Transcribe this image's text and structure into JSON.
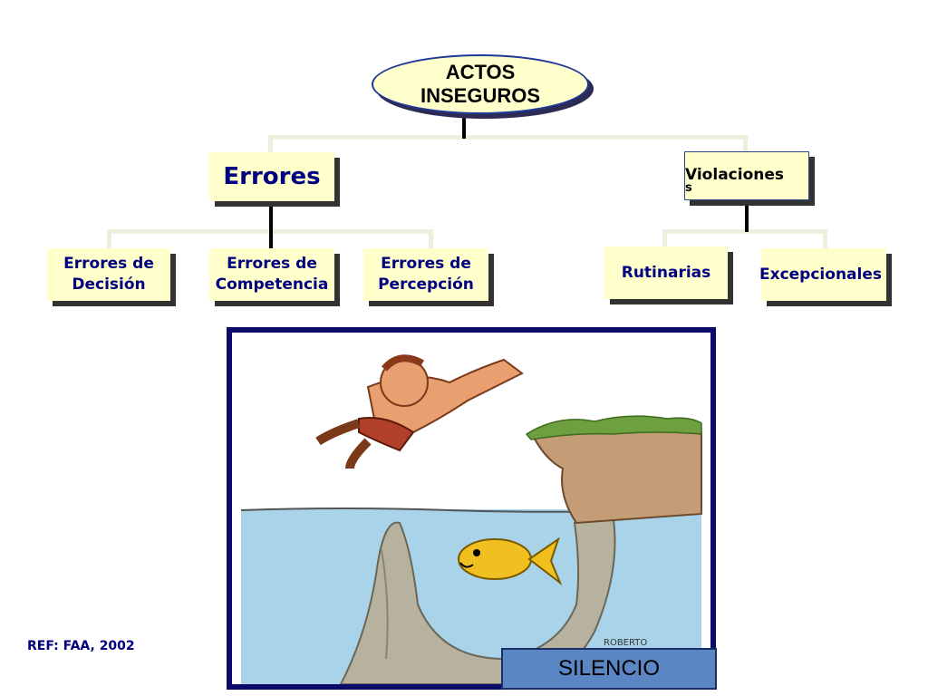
{
  "diagram": {
    "root": "ACTOS INSEGUROS",
    "branches": [
      {
        "label": "Errores",
        "children": [
          "Errores de Decisión",
          "Errores de Competencia",
          "Errores de Percepción"
        ]
      },
      {
        "label": "Violaciones",
        "label_overflow": "s",
        "children": [
          "Rutinarias",
          "Excepcionales"
        ]
      }
    ]
  },
  "illustration": {
    "signature": "ROBERTO",
    "caption": "SILENCIO"
  },
  "footer": {
    "reference": "REF: FAA, 2002"
  },
  "colors": {
    "box_fill": "#ffffcc",
    "box_text": "#000080",
    "connector": "#eeeedd",
    "frame_border": "#0a0a6a",
    "caption_fill": "#5b86c4",
    "water": "#a9d3e8"
  }
}
